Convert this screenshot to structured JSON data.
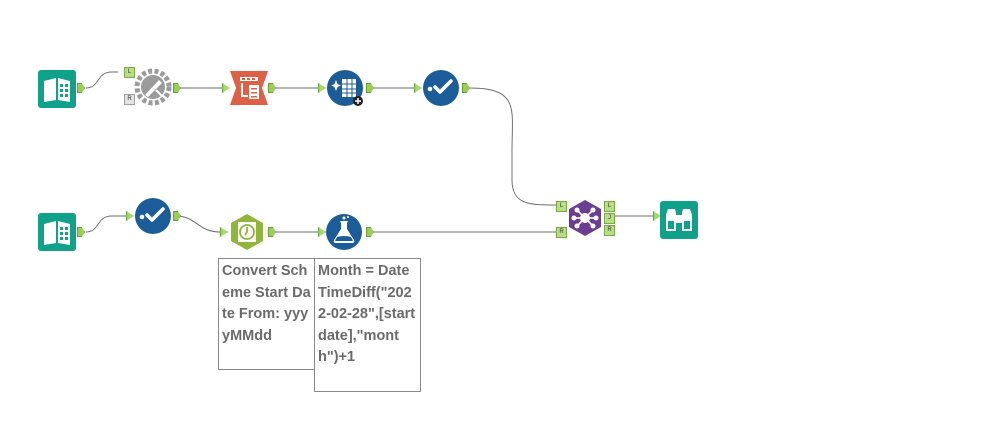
{
  "canvas": {
    "background": "#ffffff",
    "wire_color": "#6f6f6f"
  },
  "tools": [
    {
      "name": "input-data-1",
      "icon": "input-data-book-icon",
      "color": "#10a18b"
    },
    {
      "name": "join-tool",
      "icon": "join-gear-icon",
      "color": "#9b9b9b"
    },
    {
      "name": "select-tool",
      "icon": "select-columns-icon",
      "color": "#dc6146"
    },
    {
      "name": "summarize-tool",
      "icon": "summarize-sparkle-icon",
      "color": "#1c5c98"
    },
    {
      "name": "select-check-tool-1",
      "icon": "checkmark-circle-icon",
      "color": "#1c5c98"
    },
    {
      "name": "input-data-2",
      "icon": "input-data-book-icon",
      "color": "#10a18b"
    },
    {
      "name": "select-check-tool-2",
      "icon": "checkmark-circle-icon",
      "color": "#1c5c98"
    },
    {
      "name": "datetime-tool",
      "icon": "datetime-clock-icon",
      "color": "#8fb53a"
    },
    {
      "name": "formula-tool",
      "icon": "formula-flask-icon",
      "color": "#1c5c98"
    },
    {
      "name": "union-join-tool",
      "icon": "join-network-icon",
      "color": "#6b3e91"
    },
    {
      "name": "browse-tool",
      "icon": "browse-binoculars-icon",
      "color": "#10a18b"
    }
  ],
  "anchor_labels": {
    "left": "L",
    "right": "R",
    "join": "J"
  },
  "annotations": {
    "datetime": "Convert Scheme Start Date From: yyyyMMdd",
    "formula": "Month = DateTimeDiff(\"2022-02-28\",[startdate],\"month\")+1"
  }
}
